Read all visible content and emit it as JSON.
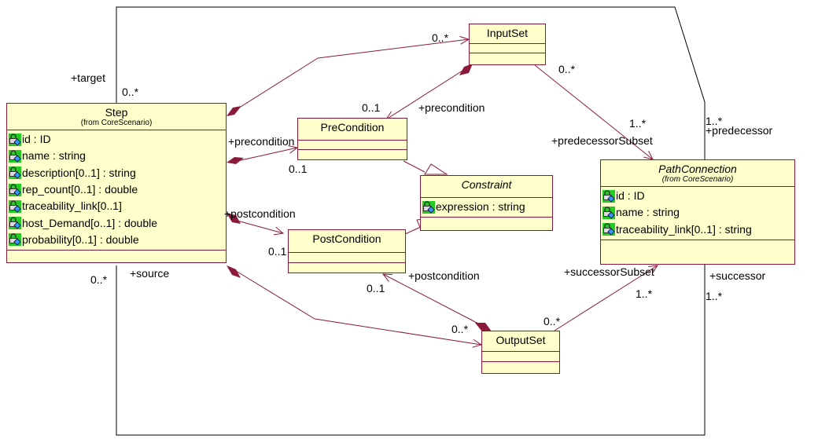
{
  "colors": {
    "border": "#8b1a3a",
    "fill": "#ffffcc",
    "line": "#8b1a3a"
  },
  "classes": {
    "step": {
      "name": "Step",
      "from": "(from CoreScenario)",
      "attrs": [
        "id : ID",
        "name : string",
        "description[0..1] : string",
        "rep_count[0..1] : double",
        "traceability_link[0..1]",
        "host_Demand[o..1] : double",
        "probability[0..1] : double"
      ]
    },
    "inputset": {
      "name": "InputSet"
    },
    "precondition": {
      "name": "PreCondition"
    },
    "constraint": {
      "name": "Constraint",
      "attrs": [
        "expression : string"
      ]
    },
    "postcondition": {
      "name": "PostCondition"
    },
    "outputset": {
      "name": "OutputSet"
    },
    "pathconnection": {
      "name": "PathConnection",
      "from": "(from CoreScenario)",
      "attrs": [
        "id : ID",
        "name : string",
        "traceability_link[0..1] : string"
      ]
    }
  },
  "labels": {
    "target_role": "+target",
    "target_mult": "0..*",
    "inputset_mult_left": "0..*",
    "inputset_mult_right": "0..*",
    "pre_mult_top": "0..1",
    "pre_role_top": "+precondition",
    "pre_role_left": "+precondition",
    "pre_mult_bottom": "0..1",
    "post_role_left": "+postcondition",
    "post_mult_left": "0..1",
    "post_role_bottom": "+postcondition",
    "post_mult_bottom": "0..1",
    "source_role": "+source",
    "source_mult": "0..*",
    "outputset_mult_left": "0..*",
    "outputset_mult_right": "0..*",
    "pred_subset_mult": "1..*",
    "pred_subset_role": "+predecessorSubset",
    "pred_mult": "1..*",
    "pred_role": "+predecessor",
    "succ_subset_role": "+successorSubset",
    "succ_subset_mult": "1..*",
    "succ_role": "+successor",
    "succ_mult": "1..*"
  }
}
